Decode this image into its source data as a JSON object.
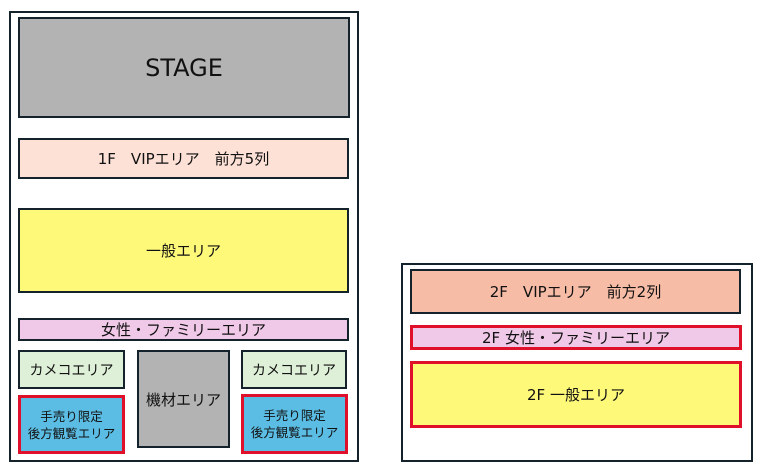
{
  "floor1": {
    "stage": "STAGE",
    "vip": "1F　VIPエリア　前方5列",
    "general": "一般エリア",
    "women_family": "女性・ファミリーエリア",
    "kameko_left": "カメコエリア",
    "kameko_right": "カメコエリア",
    "equipment": "機材エリア",
    "handsale_left": {
      "line1": "手売り限定",
      "line2": "後方観覧エリア"
    },
    "handsale_right": {
      "line1": "手売り限定",
      "line2": "後方観覧エリア"
    }
  },
  "floor2": {
    "vip": "2F　VIPエリア　前方2列",
    "women_family": "2F 女性・ファミリーエリア",
    "general": "2F 一般エリア"
  },
  "colors": {
    "stage": "#b3b3b3",
    "vip1": "#fde0d6",
    "vip2": "#f7bca6",
    "general": "#fff97a",
    "women": "#f0c8e8",
    "kameko": "#dff0d8",
    "handsale": "#5bbde4",
    "equipment": "#b3b3b3",
    "highlight_border": "#e0102a"
  }
}
